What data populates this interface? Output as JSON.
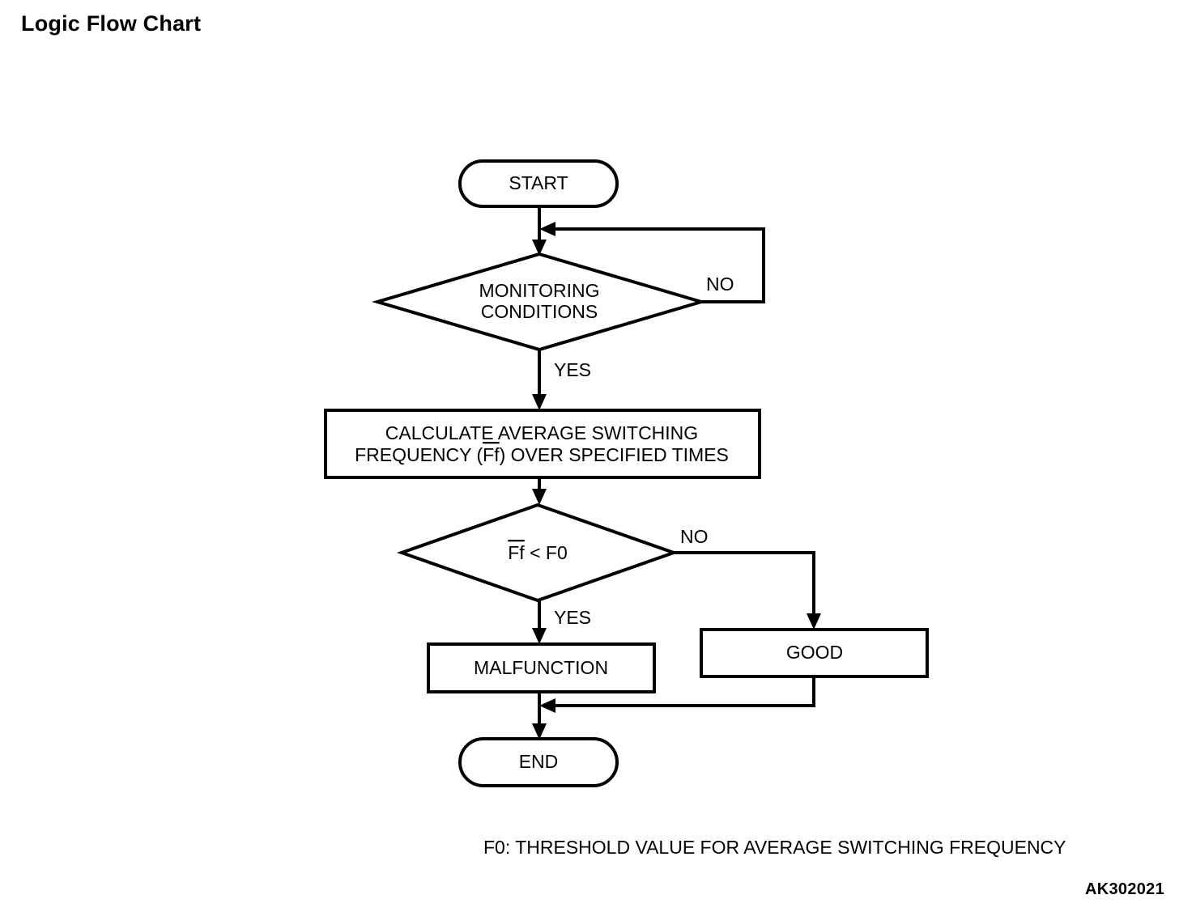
{
  "page": {
    "title": "Logic Flow Chart",
    "reference_code": "AK302021",
    "legend_note": "F0: THRESHOLD VALUE FOR AVERAGE SWITCHING FREQUENCY"
  },
  "chart_data": {
    "type": "flowchart",
    "title": "Logic Flow Chart",
    "orientation": "top-to-bottom",
    "nodes": [
      {
        "id": "start",
        "shape": "terminator",
        "label": "START"
      },
      {
        "id": "monitoring",
        "shape": "decision",
        "label_line1": "MONITORING",
        "label_line2": "CONDITIONS"
      },
      {
        "id": "calculate",
        "shape": "process",
        "label_line1": "CALCULATE AVERAGE SWITCHING",
        "label_line2_pre": "FREQUENCY (",
        "label_line2_overline": "Ff",
        "label_line2_post": ") OVER SPECIFIED TIMES"
      },
      {
        "id": "compare",
        "shape": "decision",
        "label_overline": "Ff",
        "label_rest": " < F0"
      },
      {
        "id": "malfunction",
        "shape": "process",
        "label": "MALFUNCTION"
      },
      {
        "id": "good",
        "shape": "process",
        "label": "GOOD"
      },
      {
        "id": "end",
        "shape": "terminator",
        "label": "END"
      }
    ],
    "edges": [
      {
        "from": "start",
        "to": "monitoring",
        "label": ""
      },
      {
        "from": "monitoring",
        "to": "monitoring",
        "label": "NO",
        "note": "loops back above the decision"
      },
      {
        "from": "monitoring",
        "to": "calculate",
        "label": "YES"
      },
      {
        "from": "calculate",
        "to": "compare",
        "label": ""
      },
      {
        "from": "compare",
        "to": "malfunction",
        "label": "YES"
      },
      {
        "from": "compare",
        "to": "good",
        "label": "NO"
      },
      {
        "from": "malfunction",
        "to": "end",
        "label": ""
      },
      {
        "from": "good",
        "to": "end",
        "label": ""
      }
    ],
    "edge_labels": {
      "monitoring_no": "NO",
      "monitoring_yes": "YES",
      "compare_no": "NO",
      "compare_yes": "YES"
    },
    "legend": "F0: THRESHOLD VALUE FOR AVERAGE SWITCHING FREQUENCY"
  },
  "colors": {
    "ink": "#000000",
    "paper": "#ffffff"
  }
}
